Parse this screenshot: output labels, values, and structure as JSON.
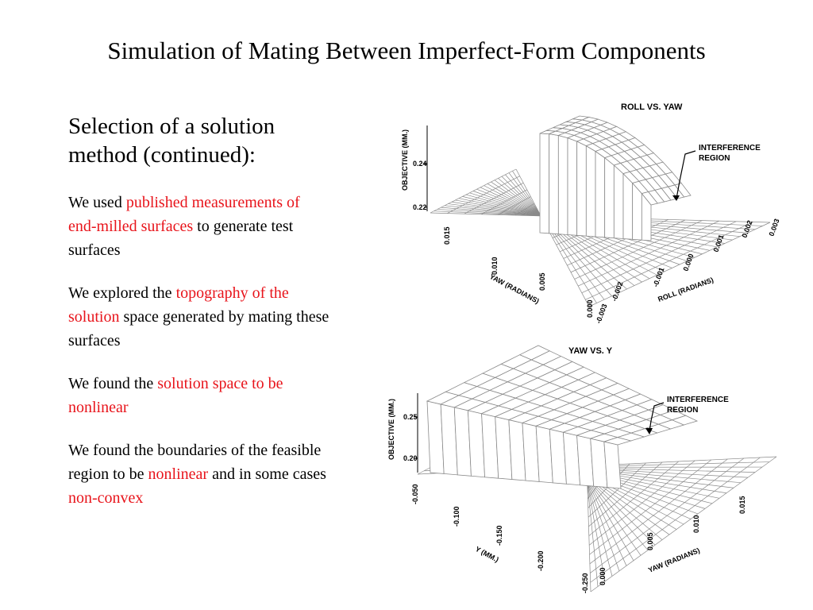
{
  "slide": {
    "title": "Simulation of Mating Between Imperfect-Form Components",
    "subtitle": "Selection of a solution method (continued):",
    "bullets": [
      {
        "parts": [
          {
            "text": "We used ",
            "highlight": false
          },
          {
            "text": "published measurements of end-milled surfaces",
            "highlight": true
          },
          {
            "text": " to generate test surfaces",
            "highlight": false
          }
        ]
      },
      {
        "parts": [
          {
            "text": "We explored the ",
            "highlight": false
          },
          {
            "text": "topography of the solution",
            "highlight": true
          },
          {
            "text": " space generated by mating these surfaces",
            "highlight": false
          }
        ]
      },
      {
        "parts": [
          {
            "text": "We found the ",
            "highlight": false
          },
          {
            "text": "solution space to be nonlinear",
            "highlight": true
          }
        ]
      },
      {
        "parts": [
          {
            "text": "We found the boundaries of the feasible region to be ",
            "highlight": false
          },
          {
            "text": "nonlinear",
            "highlight": true
          },
          {
            "text": " and in some cases ",
            "highlight": false
          },
          {
            "text": "non-convex",
            "highlight": true
          }
        ]
      }
    ],
    "colors": {
      "highlight": "#e8141b",
      "text": "#000000",
      "mesh": "#8a8a8a"
    }
  },
  "figures": {
    "top": {
      "title": "ROLL VS. YAW",
      "annotation": "INTERFERENCE REGION",
      "zlabel": "OBJECTIVE (MM.)",
      "zticks": [
        "0.24",
        "0.22"
      ],
      "xlabel": "YAW (RADIANS)",
      "xticks": [
        "0.015",
        "0.010",
        "0.005",
        "0.000"
      ],
      "ylabel": "ROLL (RADIANS)",
      "yticks": [
        "-0.003",
        "-0.002",
        "-0.001",
        "0.000",
        "0.001",
        "0.002",
        "0.003"
      ]
    },
    "bottom": {
      "title": "YAW VS. Y",
      "annotation": "INTERFERENCE REGION",
      "zlabel": "OBJECTIVE (MM.)",
      "zticks": [
        "0.25",
        "0.20"
      ],
      "xlabel": "Y (MM.)",
      "xticks": [
        "-0.050",
        "-0.100",
        "-0.150",
        "-0.200",
        "-0.250"
      ],
      "ylabel": "YAW (RADIANS)",
      "yticks": [
        "0.000",
        "0.005",
        "0.010",
        "0.015"
      ]
    }
  }
}
